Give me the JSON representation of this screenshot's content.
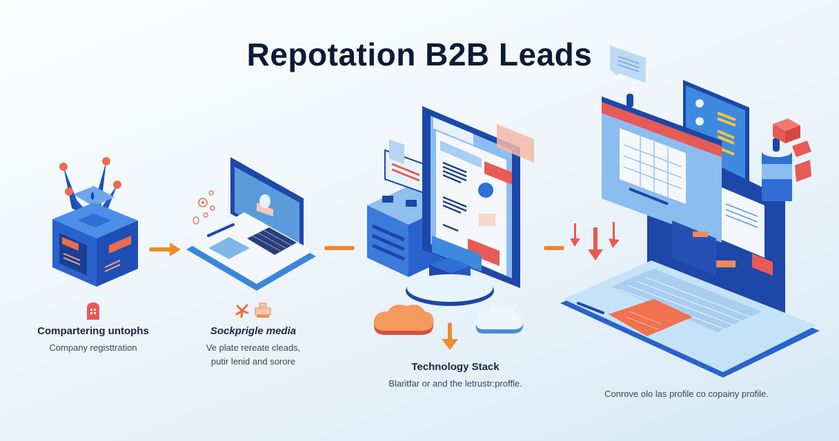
{
  "title": "Repotation B2B Leads",
  "colors": {
    "primary_blue": "#2f6fd6",
    "dark_blue": "#1d47a8",
    "light_blue": "#bfe0f7",
    "accent_orange": "#f08a2c",
    "accent_red": "#e85a55",
    "title_text": "#0d1b36"
  },
  "stages": [
    {
      "id": "company-registration",
      "illustration": "isometric-box-with-crown",
      "icon": "building-icon",
      "title": "Comparterіng untophs",
      "description": "Company registtration"
    },
    {
      "id": "social-media",
      "illustration": "isometric-laptop",
      "icon": "social-network-icon",
      "title": "Sockprigle media",
      "description_lines": [
        "Ve plate rereate cleads,",
        "putir lenid and sorore"
      ]
    },
    {
      "id": "technology-stack",
      "illustration": "isometric-monitor-with-server",
      "icon": "down-arrow-icon",
      "title": "Technology Stack",
      "description": "Blaritfar or and the letrustr:proffle."
    },
    {
      "id": "company-profile",
      "illustration": "isometric-laptop-with-windows",
      "title": "",
      "description": "Conrove olo las profile co copainy profile."
    }
  ],
  "connectors": [
    "right-arrow",
    "dash",
    "dash"
  ]
}
